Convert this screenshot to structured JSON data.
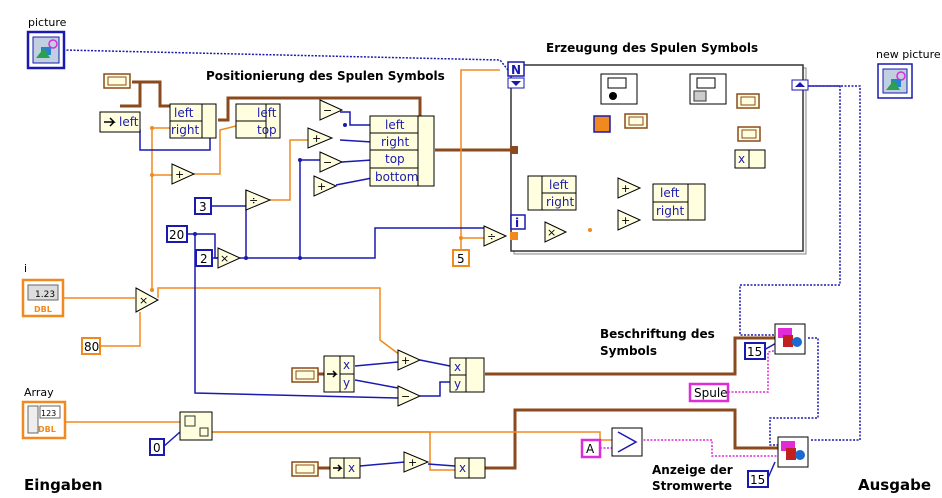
{
  "labels": {
    "picture": "picture",
    "new_picture": "new picture",
    "i": "i",
    "array": "Array",
    "eingaben": "Eingaben",
    "ausgabe": "Ausgabe",
    "positionierung": "Positionierung des Spulen Symbols",
    "erzeugung": "Erzeugung des Spulen Symbols",
    "beschriftung_1": "Beschriftung des",
    "beschriftung_2": "Symbols",
    "anzeige_1": "Anzeige der",
    "anzeige_2": "Stromwerte"
  },
  "terminals": {
    "i_type": "DBL",
    "i_display": "1.23",
    "array_type": "DBL",
    "array_display": "123",
    "loop_count": "N",
    "loop_index": "i"
  },
  "constants": {
    "c80": "80",
    "c3": "3",
    "c20": "20",
    "c2": "2",
    "c5": "5",
    "c0": "0",
    "c15a": "15",
    "c15b": "15",
    "str_spule": "Spule",
    "str_a": "A"
  },
  "fields": {
    "left": "left",
    "right": "right",
    "top": "top",
    "bottom": "bottom",
    "x": "x",
    "y": "y"
  },
  "operators": {
    "add": "+",
    "sub": "−",
    "mul": "×",
    "div": "÷"
  },
  "colors": {
    "wire_cluster": "#8b4a1e",
    "wire_double": "#f08a1e",
    "wire_integer": "#1a1ab0",
    "wire_string": "#e02bd8",
    "node_fill": "#ffffe0"
  }
}
